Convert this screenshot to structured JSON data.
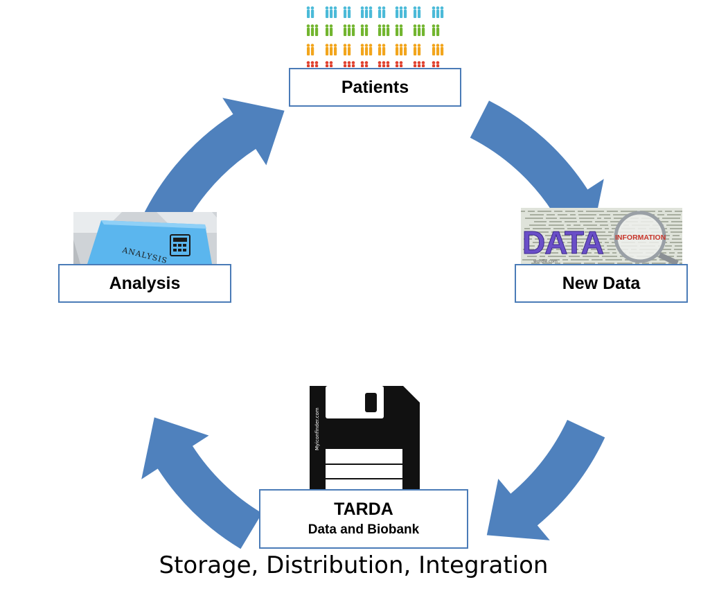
{
  "diagram": {
    "nodes": {
      "patients": {
        "label": "Patients"
      },
      "new_data": {
        "label": "New Data"
      },
      "tarda": {
        "label": "TARDA",
        "sublabel": "Data and Biobank"
      },
      "analysis": {
        "label": "Analysis"
      }
    },
    "caption": "Storage, Distribution, Integration",
    "images": {
      "analysis_key_text": "ANALYSIS",
      "data_word": "DATA",
      "information_word": "INFORMATION",
      "data_watermark": "wordle.com",
      "disk_watermark": "Myiconfinder.com"
    },
    "colors": {
      "arrow": "#4f81bd",
      "box_border": "#4a7bb7",
      "people_rows": [
        "#4bbad8",
        "#72b52f",
        "#f2a51c",
        "#e0402d"
      ],
      "disk": "#111111",
      "data_purple": "#6a4fc8"
    }
  }
}
